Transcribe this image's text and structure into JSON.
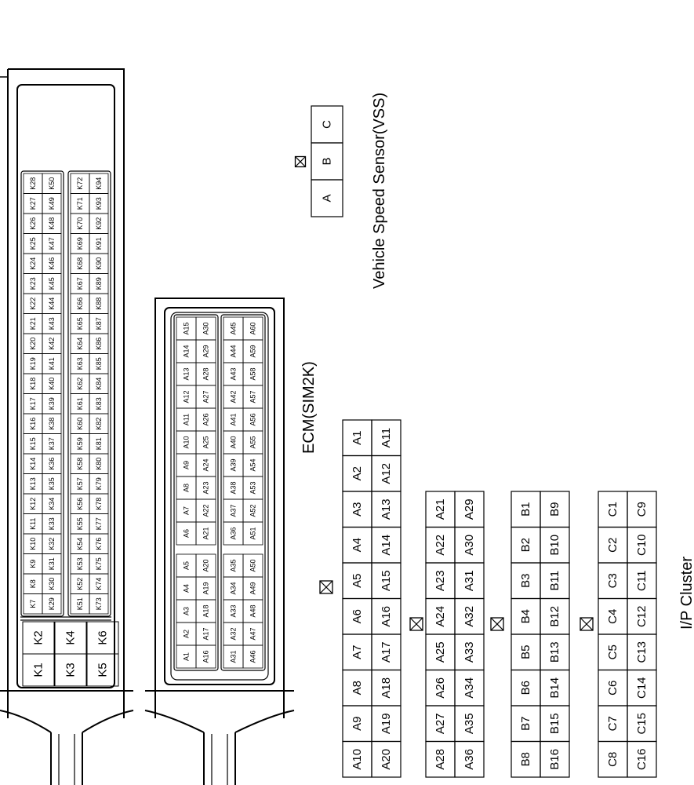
{
  "diagram": {
    "labels": {
      "vss": "Vehicle Speed Sensor(VSS)",
      "ecm": "ECM(SIM2K)",
      "ip_cluster": "I/P Cluster"
    },
    "vss_connector": {
      "pins": [
        "A",
        "B",
        "C"
      ]
    },
    "ecm_k_connector": {
      "large_pins": [
        "K1",
        "K2",
        "K3",
        "K4",
        "K5",
        "K6"
      ],
      "upper_rows": [
        [
          "K7",
          "K8",
          "K9",
          "K10",
          "K11",
          "K12",
          "K13",
          "K14",
          "K15",
          "K16",
          "K17",
          "K18",
          "K19",
          "K20",
          "K21",
          "K22",
          "K23",
          "K24",
          "K25",
          "K26",
          "K27",
          "K28"
        ],
        [
          "K29",
          "K30",
          "K31",
          "K32",
          "K33",
          "K34",
          "K35",
          "K36",
          "K37",
          "K38",
          "K39",
          "K40",
          "K41",
          "K42",
          "K43",
          "K44",
          "K45",
          "K46",
          "K47",
          "K48",
          "K49",
          "K50"
        ]
      ],
      "lower_rows": [
        [
          "K51",
          "K52",
          "K53",
          "K54",
          "K55",
          "K56",
          "K57",
          "K58",
          "K59",
          "K60",
          "K61",
          "K62",
          "K63",
          "K64",
          "K65",
          "K66",
          "K67",
          "K68",
          "K69",
          "K70",
          "K71",
          "K72"
        ],
        [
          "K73",
          "K74",
          "K75",
          "K76",
          "K77",
          "K78",
          "K79",
          "K80",
          "K81",
          "K82",
          "K83",
          "K84",
          "K85",
          "K86",
          "K87",
          "K88",
          "K89",
          "K90",
          "K91",
          "K92",
          "K93",
          "K94"
        ]
      ]
    },
    "ecm_a_connector": {
      "upper_rows": [
        [
          "A1",
          "A2",
          "A3",
          "A4",
          "A5",
          "A6",
          "A7",
          "A8",
          "A9",
          "A10",
          "A11",
          "A12",
          "A13",
          "A14",
          "A15"
        ],
        [
          "A16",
          "A17",
          "A18",
          "A19",
          "A20",
          "A21",
          "A22",
          "A23",
          "A24",
          "A25",
          "A26",
          "A27",
          "A28",
          "A29",
          "A30"
        ]
      ],
      "lower_rows": [
        [
          "A31",
          "A32",
          "A33",
          "A34",
          "A35",
          "A36",
          "A37",
          "A38",
          "A39",
          "A40",
          "A41",
          "A42",
          "A43",
          "A44",
          "A45"
        ],
        [
          "A46",
          "A47",
          "A48",
          "A49",
          "A50",
          "A51",
          "A52",
          "A53",
          "A54",
          "A55",
          "A56",
          "A57",
          "A58",
          "A59",
          "A60"
        ]
      ]
    },
    "cluster_connectors": [
      {
        "rows": [
          [
            "A1",
            "A2",
            "A3",
            "A4",
            "A5",
            "A6",
            "A7",
            "A8",
            "A9",
            "A10"
          ],
          [
            "A11",
            "A12",
            "A13",
            "A14",
            "A15",
            "A16",
            "A17",
            "A18",
            "A19",
            "A20"
          ]
        ]
      },
      {
        "rows": [
          [
            "A21",
            "A22",
            "A23",
            "A24",
            "A25",
            "A26",
            "A27",
            "A28"
          ],
          [
            "A29",
            "A30",
            "A31",
            "A32",
            "A33",
            "A34",
            "A35",
            "A36"
          ]
        ]
      },
      {
        "rows": [
          [
            "B1",
            "B2",
            "B3",
            "B4",
            "B5",
            "B6",
            "B7",
            "B8"
          ],
          [
            "B9",
            "B10",
            "B11",
            "B12",
            "B13",
            "B14",
            "B15",
            "B16"
          ]
        ]
      },
      {
        "rows": [
          [
            "C1",
            "C2",
            "C3",
            "C4",
            "C5",
            "C6",
            "C7",
            "C8"
          ],
          [
            "C9",
            "C10",
            "C11",
            "C12",
            "C13",
            "C14",
            "C15",
            "C16"
          ]
        ]
      }
    ]
  }
}
